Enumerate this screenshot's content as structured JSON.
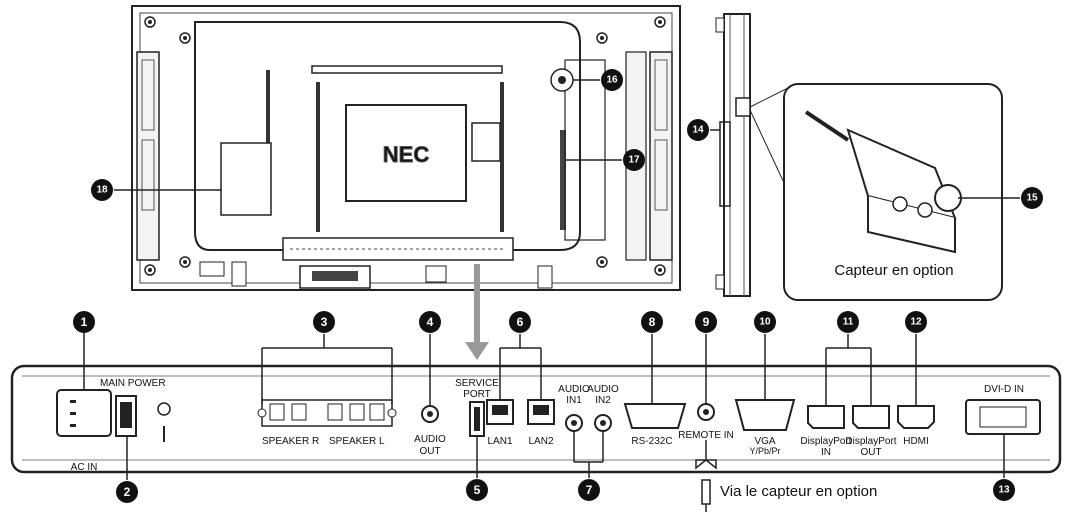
{
  "diagram": {
    "brand_logo": "NEC",
    "callouts": {
      "c1": "1",
      "c2": "2",
      "c3": "3",
      "c4": "4",
      "c5": "5",
      "c6": "6",
      "c7": "7",
      "c8": "8",
      "c9": "9",
      "c10": "10",
      "c11": "11",
      "c12": "12",
      "c13": "13",
      "c14": "14",
      "c15": "15",
      "c16": "16",
      "c17": "17",
      "c18": "18"
    },
    "sensor_caption": "Capteur en option",
    "sensor_via": "Via le capteur en option",
    "panel_labels": {
      "main_power": "MAIN POWER",
      "ac_in": "AC IN",
      "speaker_r": "SPEAKER R",
      "speaker_l": "SPEAKER L",
      "audio": "AUDIO",
      "out": "OUT",
      "service": "SERVICE",
      "port": "PORT",
      "lan1": "LAN1",
      "lan2": "LAN2",
      "audio_in1_top": "AUDIO",
      "audio_in1_bottom": "IN1",
      "audio_in2_top": "AUDIO",
      "audio_in2_bottom": "IN2",
      "rs232c": "RS-232C",
      "remote_in": "REMOTE IN",
      "vga": "VGA",
      "vga_sub": "Y/Pb/Pr",
      "displayport_1": "DisplayPort",
      "displayport_2": "DisplayPort",
      "dp_in": "IN",
      "dp_out": "OUT",
      "hdmi": "HDMI",
      "dvi_d_in": "DVI-D IN"
    }
  }
}
